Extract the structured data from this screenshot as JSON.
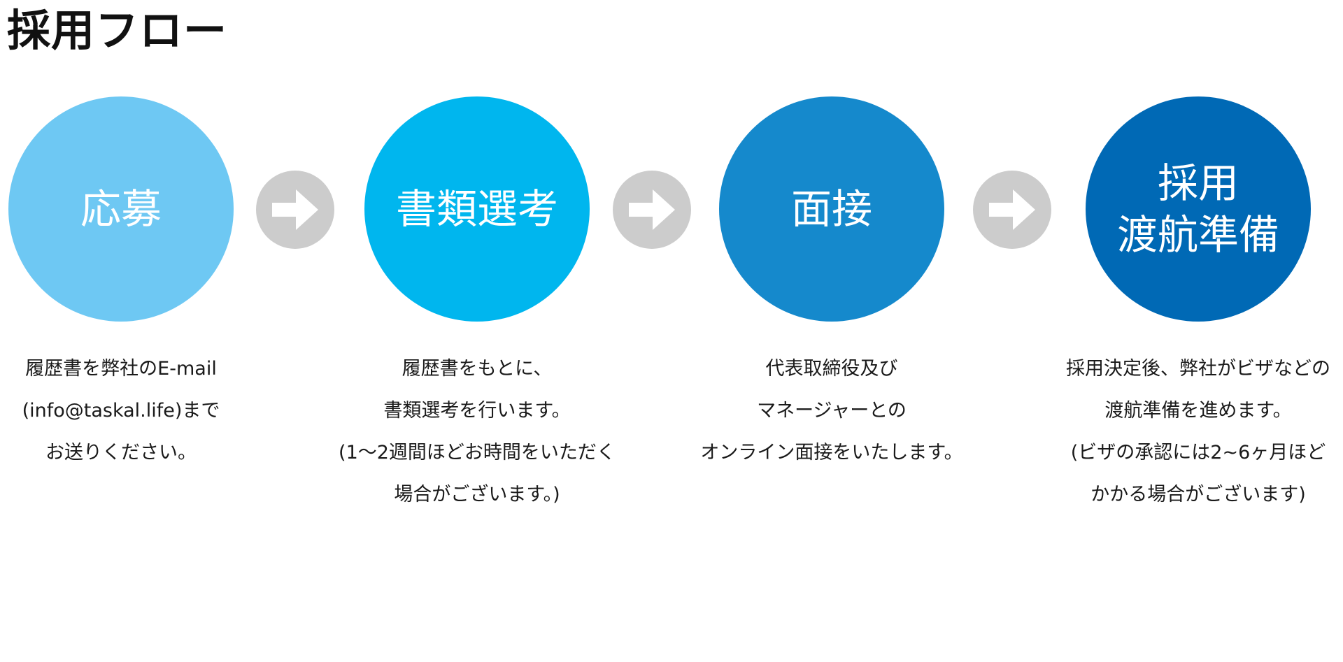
{
  "page": {
    "title": "採用フロー"
  },
  "colors": {
    "step1": "#6ec8f3",
    "step2": "#00b6ee",
    "step3": "#1589cc",
    "step4": "#0069b5",
    "arrow_bg": "#cccccc",
    "arrow_fg": "#ffffff"
  },
  "steps": [
    {
      "label": "応募",
      "description": "履歴書を弊社のE-mail\n(info@taskal.life)まで\nお送りください。"
    },
    {
      "label": "書類選考",
      "description": "履歴書をもとに、\n書類選考を行います。\n(1〜2週間ほどお時間をいただく\n場合がございます。)"
    },
    {
      "label": "面接",
      "description": "代表取締役及び\nマネージャーとの\nオンライン面接をいたします。"
    },
    {
      "label": "採用\n渡航準備",
      "description": "採用決定後、弊社がビザなどの\n渡航準備を進めます。\n(ビザの承認には2~6ヶ月ほど\nかかる場合がございます)"
    }
  ],
  "icons": {
    "arrow": "arrow-right-icon"
  }
}
